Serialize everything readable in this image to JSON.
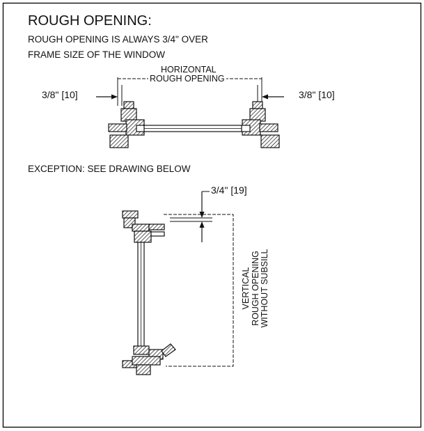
{
  "title": "ROUGH OPENING:",
  "lines": [
    "ROUGH OPENING IS ALWAYS 3/4\" OVER",
    "FRAME SIZE OF THE WINDOW"
  ],
  "horizontal_label": [
    "HORIZONTAL",
    "ROUGH OPENING"
  ],
  "dim_left": "3/8\" [10]",
  "dim_right": "3/8\" [10]",
  "exception": "EXCEPTION: SEE DRAWING BELOW",
  "dim_top": "3/4\" [19]",
  "vertical_label": [
    "VERTICAL",
    "ROUGH OPENING",
    "WITHOUT SUBSILL"
  ]
}
